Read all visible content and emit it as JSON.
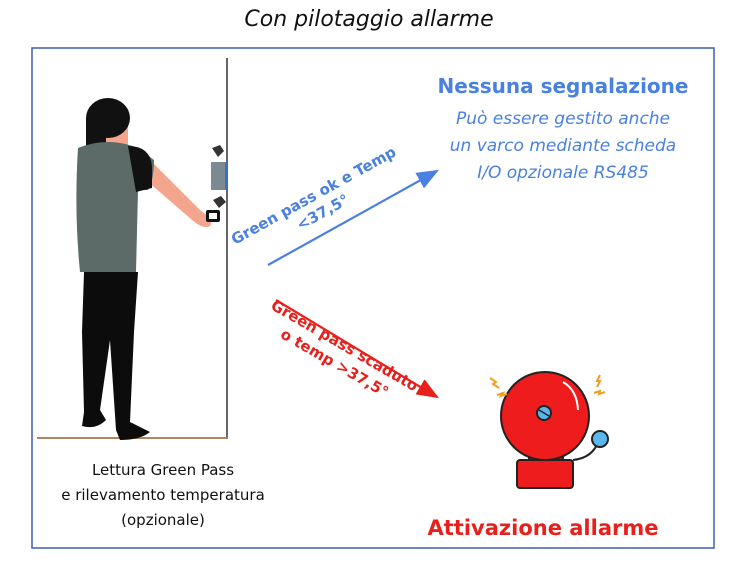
{
  "title": "Con pilotaggio allarme",
  "left_caption": [
    "Lettura Green Pass",
    "e rilevamento temperatura",
    "(opzionale)"
  ],
  "ok_path": {
    "label_lines": [
      "Green pass ok e Temp",
      "<37,5°"
    ],
    "result_title": "Nessuna segnalazione",
    "result_lines": [
      "Può essere gestito anche",
      "un varco mediante scheda",
      "I/O opzionale RS485"
    ]
  },
  "alarm_path": {
    "label_lines": [
      "Green pass scaduto",
      "o temp >37,5°"
    ],
    "result_title": "Attivazione allarme"
  },
  "colors": {
    "blue": "#4a80e0",
    "red": "#e8201c",
    "frame": "#3a5fb0"
  }
}
